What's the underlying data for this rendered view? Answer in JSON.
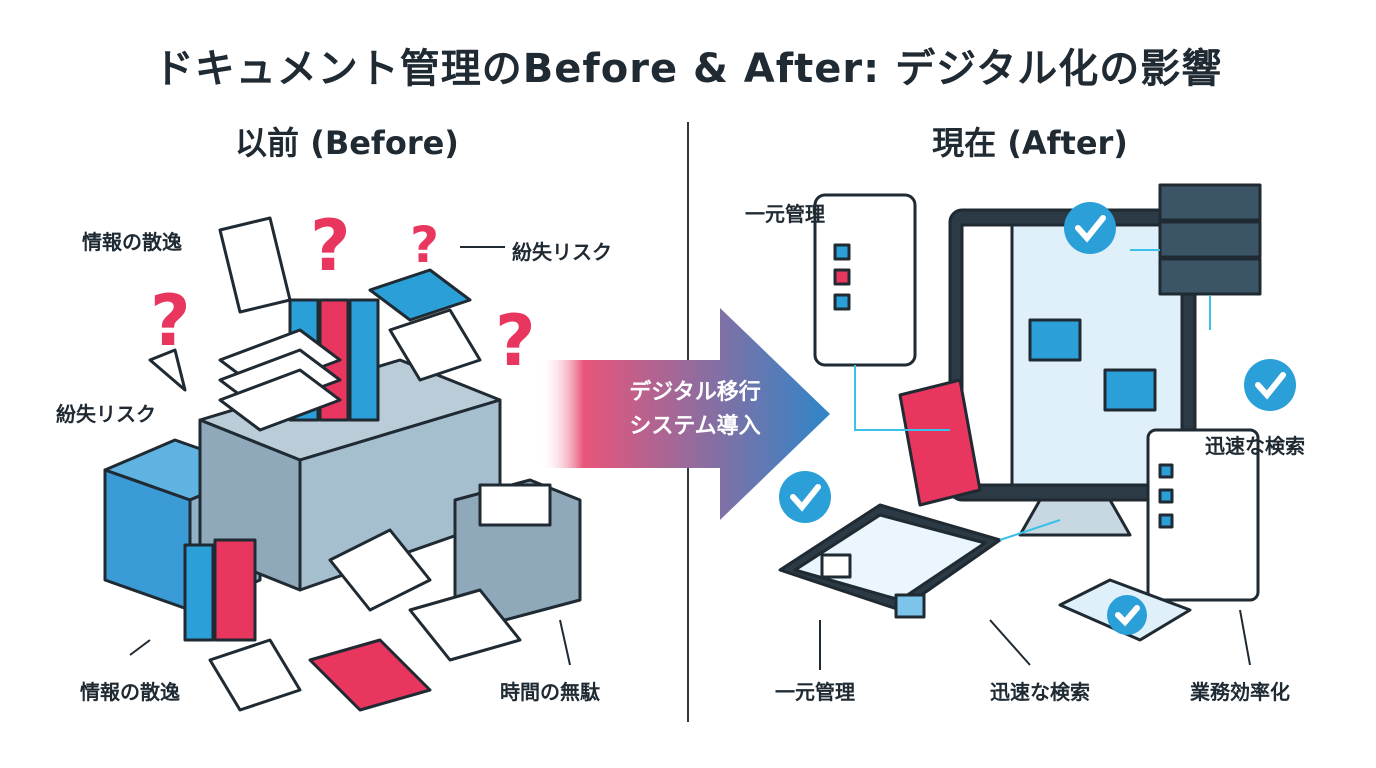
{
  "title": "ドキュメント管理のBefore & After: デジタル化の影響",
  "before": {
    "heading": "以前 (Before)",
    "labels": [
      "情報の散逸",
      "紛失リスク",
      "紛失リスク",
      "情報の散逸",
      "時間の無駄"
    ]
  },
  "transition": {
    "line1": "デジタル移行",
    "line2": "システム導入"
  },
  "after": {
    "heading": "現在 (After)",
    "labels": [
      "一元管理",
      "迅速な検索",
      "一元管理",
      "迅速な検索",
      "業務効率化"
    ]
  },
  "colors": {
    "accent_pink": "#e8365f",
    "accent_blue": "#2b9fd8",
    "dark": "#2b3a44"
  }
}
